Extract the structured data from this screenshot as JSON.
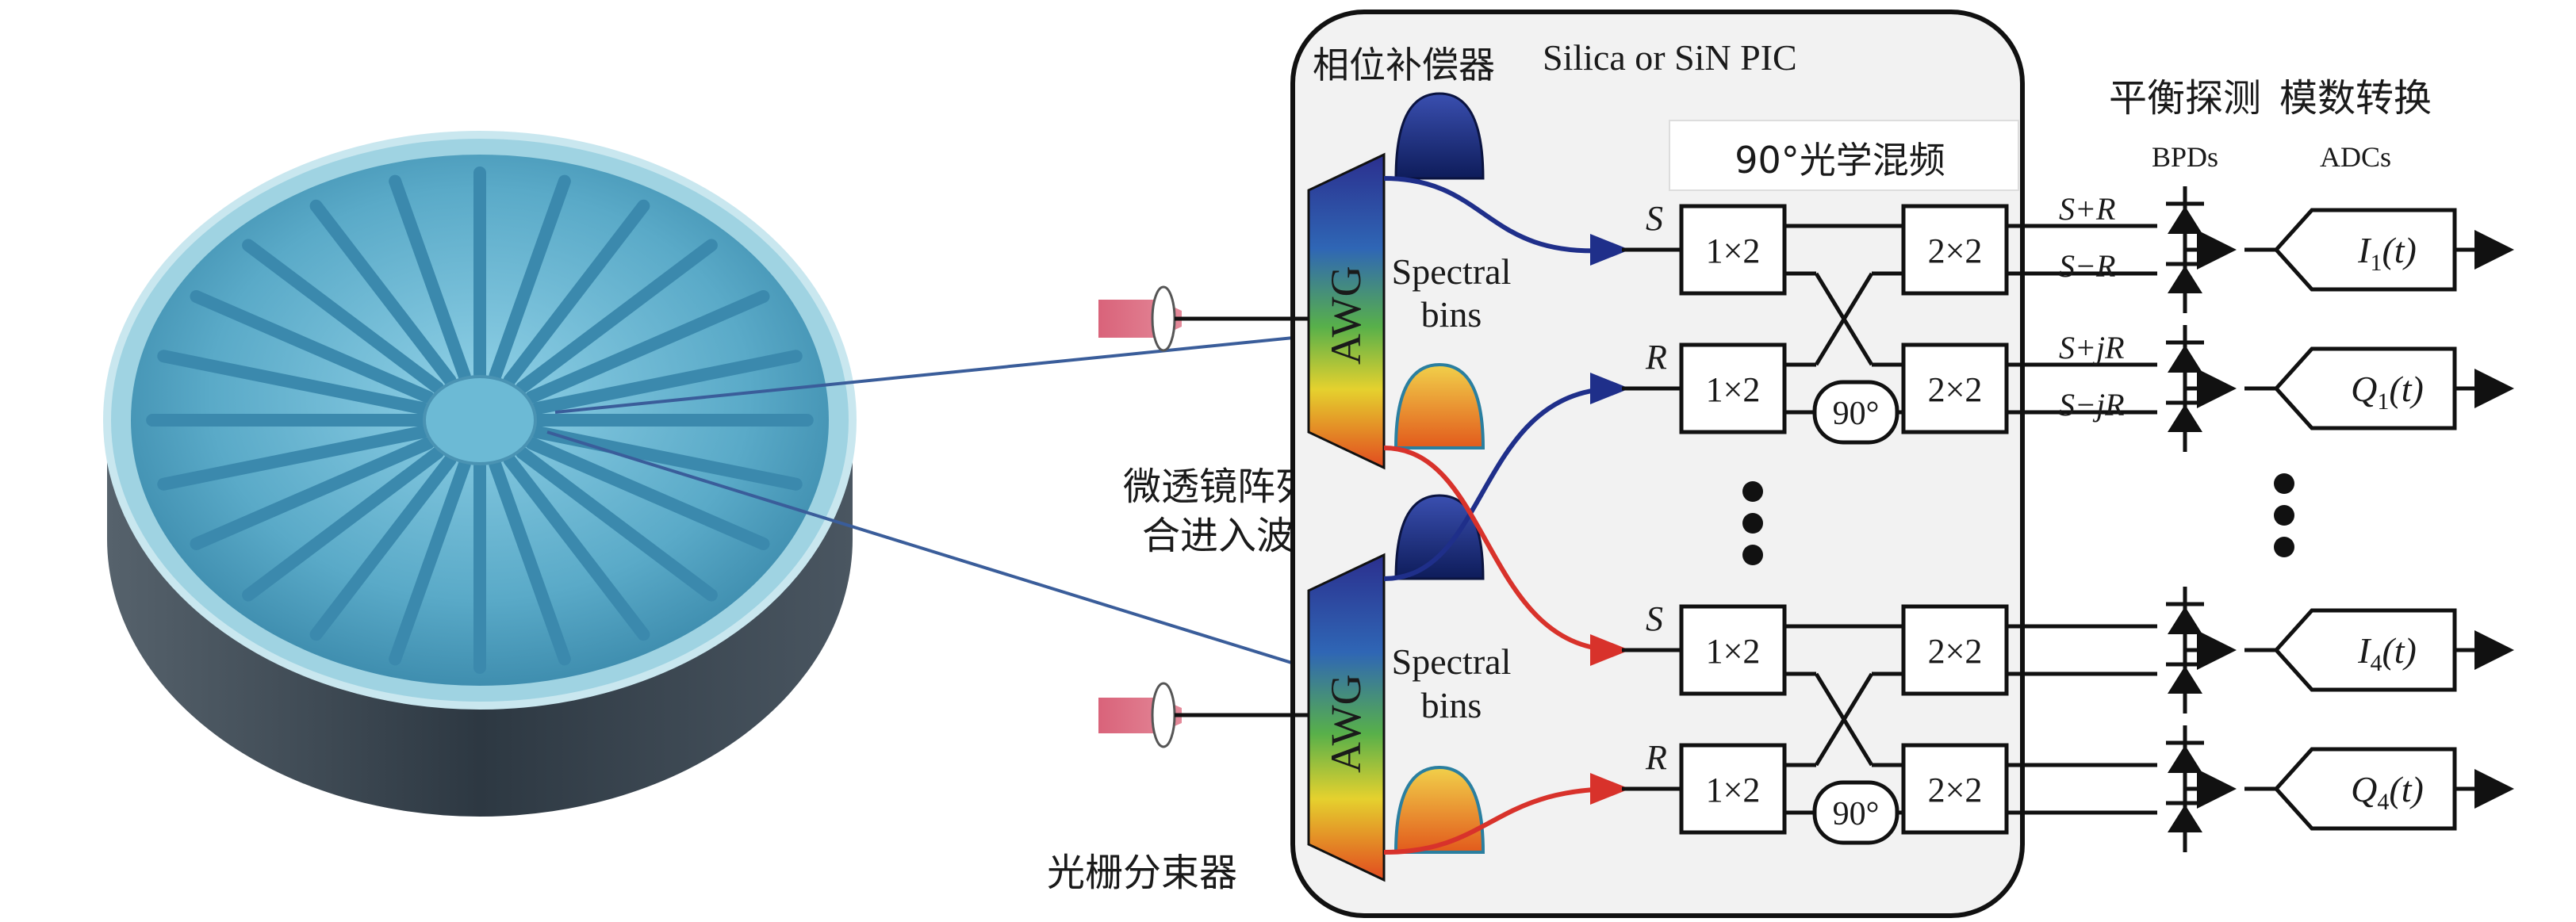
{
  "pic_title": "Silica or SiN PIC",
  "phase_comp_label": "相位补偿器",
  "hybrid_label": "90°光学混频",
  "bpd_cn": "平衡探测",
  "bpd_en": "BPDs",
  "adc_cn": "模数转换",
  "adc_en": "ADCs",
  "microlens_label_l1": "微透镜阵列耦",
  "microlens_label_l2": "合进入波导",
  "grating_splitter_label": "光栅分束器",
  "awg_label": "AWG",
  "spectral_l1": "Spectral",
  "spectral_l2": "bins",
  "splitter_1x2": "1×2",
  "coupler_2x2": "2×2",
  "phase_90": "90°",
  "sig_S": "S",
  "sig_R": "R",
  "out_SpR": "S+R",
  "out_SmR": "S−R",
  "out_SpjR": "S+jR",
  "out_SmjR": "S−jR",
  "adc_outputs": [
    "I",
    "Q",
    "I",
    "Q"
  ],
  "adc_subscripts": [
    "1",
    "1",
    "4",
    "4"
  ],
  "adc_arg": "(t)",
  "colors": {
    "lens_blue": "#6fb7cf",
    "housing": "#3e4a55",
    "blue_path": "#1f2f8a",
    "red_path": "#d8322b",
    "laser": "#d9637a",
    "pic_bg": "#f2f2f2"
  }
}
